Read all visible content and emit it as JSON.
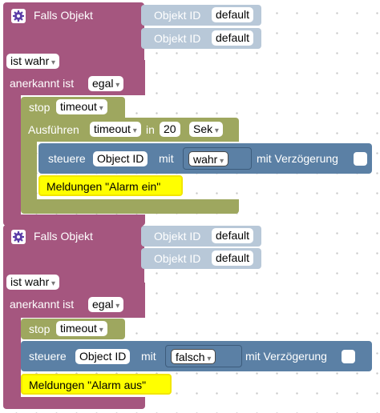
{
  "colors": {
    "trigger_block": "#a5567f",
    "trigger_block_dark": "#8a4268",
    "object_id_block": "#b8c8d8",
    "timeout_block": "#9ea75f",
    "control_block": "#5b80a5",
    "log_block": "#ffff00",
    "log_border": "#f2e600",
    "gear_icon": "#5b3ea8"
  },
  "block1": {
    "falls_label": "Falls Objekt",
    "objekt_id_label_1": "Objekt ID",
    "objekt_id_value_1": "default",
    "objekt_id_label_2": "Objekt ID",
    "objekt_id_value_2": "default",
    "ist_wahr": "ist wahr",
    "anerkannt_label": "anerkannt ist",
    "anerkannt_value": "egal",
    "stop_label": "stop",
    "stop_value": "timeout",
    "ausfuehren_label": "Ausführen",
    "ausfuehren_value": "timeout",
    "in_label": "in",
    "in_value": "20",
    "unit_value": "Sek",
    "steuere_label": "steuere",
    "object_id_value": "Object ID",
    "mit_label": "mit",
    "mit_value": "wahr",
    "verzoegerung_label": "mit Verzögerung",
    "log_text": "Meldungen \"Alarm ein\""
  },
  "block2": {
    "falls_label": "Falls Objekt",
    "objekt_id_label_1": "Objekt ID",
    "objekt_id_value_1": "default",
    "objekt_id_label_2": "Objekt ID",
    "objekt_id_value_2": "default",
    "ist_wahr": "ist wahr",
    "anerkannt_label": "anerkannt ist",
    "anerkannt_value": "egal",
    "stop_label": "stop",
    "stop_value": "timeout",
    "steuere_label": "steuere",
    "object_id_value": "Object ID",
    "mit_label": "mit",
    "mit_value": "falsch",
    "verzoegerung_label": "mit Verzögerung",
    "log_text": "Meldungen \"Alarm aus\""
  }
}
